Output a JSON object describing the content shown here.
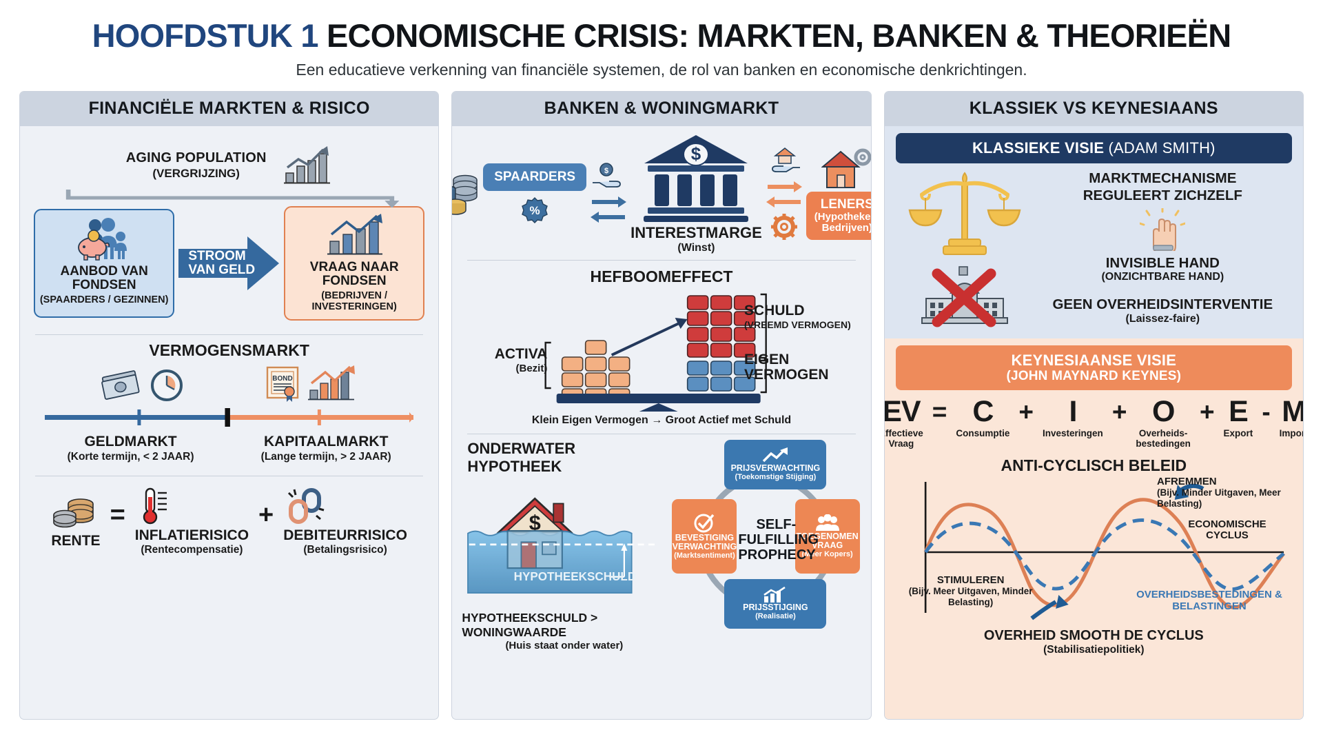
{
  "header": {
    "chapter": "HOOFDSTUK 1",
    "title": "ECONOMISCHE CRISIS: MARKTEN, BANKEN & THEORIEËN",
    "subtitle": "Een educatieve verkenning van financiële systemen, de rol van banken en economische denkrichtingen."
  },
  "colors": {
    "navy": "#1f3a63",
    "blue": "#3b78b0",
    "orange": "#ec8050",
    "panel_bg": "#eef1f6",
    "panel_head_bg": "#ccd4e0",
    "classic_bg": "#dde5f1",
    "keynes_bg": "#fbe6d8",
    "red": "#cc3333",
    "gold": "#f2c14e"
  },
  "col1": {
    "head": "FINANCIËLE MARKTEN & RISICO",
    "aging": {
      "title": "AGING POPULATION",
      "subtitle": "(VERGRIJZING)",
      "icon": "bar-chart-up-icon"
    },
    "supply": {
      "title": "AANBOD VAN FONDSEN",
      "subtitle": "(SPAARDERS / GEZINNEN)",
      "icon": "family-piggybank-icon"
    },
    "stream": {
      "line1": "STROOM",
      "line2": "VAN GELD",
      "icon": "right-arrow-icon"
    },
    "demand": {
      "title": "VRAAG NAAR FONDSEN",
      "subtitle": "(BEDRIJVEN / INVESTERINGEN)",
      "icon": "growth-chart-icon"
    },
    "vermogensmarkt": {
      "title": "VERMOGENSMARKT",
      "left": {
        "label": "GELDMARKT",
        "sub": "(Korte termijn, < 2 JAAR)",
        "icons": [
          "banknote-icon",
          "clock-icon"
        ]
      },
      "right": {
        "label": "KAPITAALMARKT",
        "sub": "(Lange termijn, > 2 JAAR)",
        "icons": [
          "bond-certificate-icon",
          "growth-chart-icon"
        ]
      }
    },
    "rente": {
      "term": {
        "label": "RENTE",
        "icon": "coin-stack-icon"
      },
      "equals": "=",
      "inflation": {
        "label": "INFLATIERISICO",
        "sub": "(Rentecompensatie)",
        "icon": "thermometer-icon"
      },
      "plus": "+",
      "debtor": {
        "label": "DEBITEURRISICO",
        "sub": "(Betalingsrisico)",
        "icon": "broken-chain-icon"
      }
    }
  },
  "col2": {
    "head": "BANKEN & WONINGMARKT",
    "bank": {
      "savers": "SPAARDERS",
      "borrowers_title": "LENERS",
      "borrowers_sub": "(Hypotheken, Bedrijven)",
      "caption": "INTERESTMARGE",
      "caption_sub": "(Winst)",
      "icons": [
        "coin-stack-icon",
        "hand-coin-icon",
        "bank-building-icon",
        "hand-house-icon",
        "percent-badge-icon",
        "gear-icon",
        "house-icon"
      ]
    },
    "leverage": {
      "title": "HEFBOOMEFFECT",
      "assets_label": "ACTIVA",
      "assets_sub": "(Bezit)",
      "debt_label": "SCHULD",
      "debt_sub": "(VREEMD VERMOGEN)",
      "equity_label": "EIGEN VERMOGEN",
      "caption": "Klein Eigen Vermogen → Groot Actief met Schuld"
    },
    "underwater": {
      "title": "ONDERWATER HYPOTHEEK",
      "water_label": "HYPOTHEEKSCHULD",
      "caption": "HYPOTHEEKSCHULD > WONINGWAARDE",
      "caption_sub": "(Huis staat onder water)"
    },
    "prophecy": {
      "center_line1": "SELF-",
      "center_line2": "FULFILLING",
      "center_line3": "PROPHECY",
      "nodes": [
        {
          "title": "PRIJSVERWACHTING",
          "sub": "(Toekomstige Stijging)",
          "color": "blue",
          "icon": "trend-up-icon"
        },
        {
          "title": "TOEGENOMEN VRAAG",
          "sub": "(Meer Kopers)",
          "color": "orange",
          "icon": "people-icon"
        },
        {
          "title": "PRIJSSTIJGING",
          "sub": "(Realisatie)",
          "color": "blue",
          "icon": "bar-chart-up-icon"
        },
        {
          "title": "BEVESTIGING VERWACHTING",
          "sub": "(Marktsentiment)",
          "color": "orange",
          "icon": "check-circle-icon"
        }
      ]
    }
  },
  "col3": {
    "head": "KLASSIEK VS KEYNESIAANS",
    "classic": {
      "banner_main": "KLASSIEKE VISIE",
      "banner_light": " (ADAM SMITH)",
      "scale_icon": "balance-scale-icon",
      "nogov_icon": "no-government-icon",
      "point1": "MARKTMECHANISME",
      "point1b": "REGULEERT ZICHZELF",
      "point2": "INVISIBLE HAND",
      "point2_sub": "(ONZICHTBARE HAND)",
      "hand_icon": "invisible-hand-icon",
      "point3": "GEEN OVERHEIDSINTERVENTIE",
      "point3_sub": "(Laissez-faire)"
    },
    "keynes": {
      "banner_main": "KEYNESIAANSE VISIE",
      "banner_sub": "(JOHN MAYNARD KEYNES)",
      "formula": [
        {
          "sym": "EV",
          "lab": "Effectieve Vraag"
        },
        {
          "op": "="
        },
        {
          "sym": "C",
          "lab": "Consumptie"
        },
        {
          "op": "+"
        },
        {
          "sym": "I",
          "lab": "Investeringen"
        },
        {
          "op": "+"
        },
        {
          "sym": "O",
          "lab": "Overheids- bestedingen"
        },
        {
          "op": "+"
        },
        {
          "sym": "E",
          "lab": "Export"
        },
        {
          "op": "-"
        },
        {
          "sym": "M",
          "lab": "Import"
        }
      ],
      "chart_title": "ANTI-CYCLISCH BELEID",
      "anno_afremmen": "AFREMMEN",
      "anno_afremmen_sub": "(Bijv. Minder Uitgaven, Meer Belasting)",
      "anno_cyclus": "ECONOMISCHE CYCLUS",
      "anno_stimuleren": "STIMULEREN",
      "anno_stimuleren_sub": "(Bijv. Meer Uitgaven, Minder Belasting)",
      "anno_gov": "OVERHEIDSBESTEDINGEN & BELASTINGEN",
      "caption": "OVERHEID SMOOTH DE CYCLUS",
      "caption_sub": "(Stabilisatiepolitiek)"
    }
  },
  "chart_data": {
    "type": "line",
    "title": "ANTI-CYCLISCH BELEID",
    "xlabel": "",
    "ylabel": "",
    "grid": false,
    "legend_position": "inline-annotations",
    "series": [
      {
        "name": "ECONOMISCHE CYCLUS",
        "style": "solid",
        "color": "#dd8055",
        "amplitude": 1.0,
        "cycles": 2,
        "values": [
          0,
          0.71,
          1.0,
          0.71,
          0,
          -0.71,
          -1.0,
          -0.71,
          0,
          0.71,
          1.0,
          0.71,
          0,
          -0.71,
          -1.0,
          -0.71,
          0
        ]
      },
      {
        "name": "OVERHEIDSBESTEDINGEN & BELASTINGEN",
        "style": "dashed",
        "color": "#3a78b4",
        "amplitude": 0.55,
        "cycles": 2,
        "values": [
          0,
          0.39,
          0.55,
          0.39,
          0,
          -0.39,
          -0.55,
          -0.39,
          0,
          0.39,
          0.55,
          0.39,
          0,
          -0.39,
          -0.55,
          -0.39,
          0
        ]
      }
    ],
    "x": [
      0,
      1,
      2,
      3,
      4,
      5,
      6,
      7,
      8,
      9,
      10,
      11,
      12,
      13,
      14,
      15,
      16
    ],
    "ylim": [
      -1.2,
      1.2
    ]
  }
}
